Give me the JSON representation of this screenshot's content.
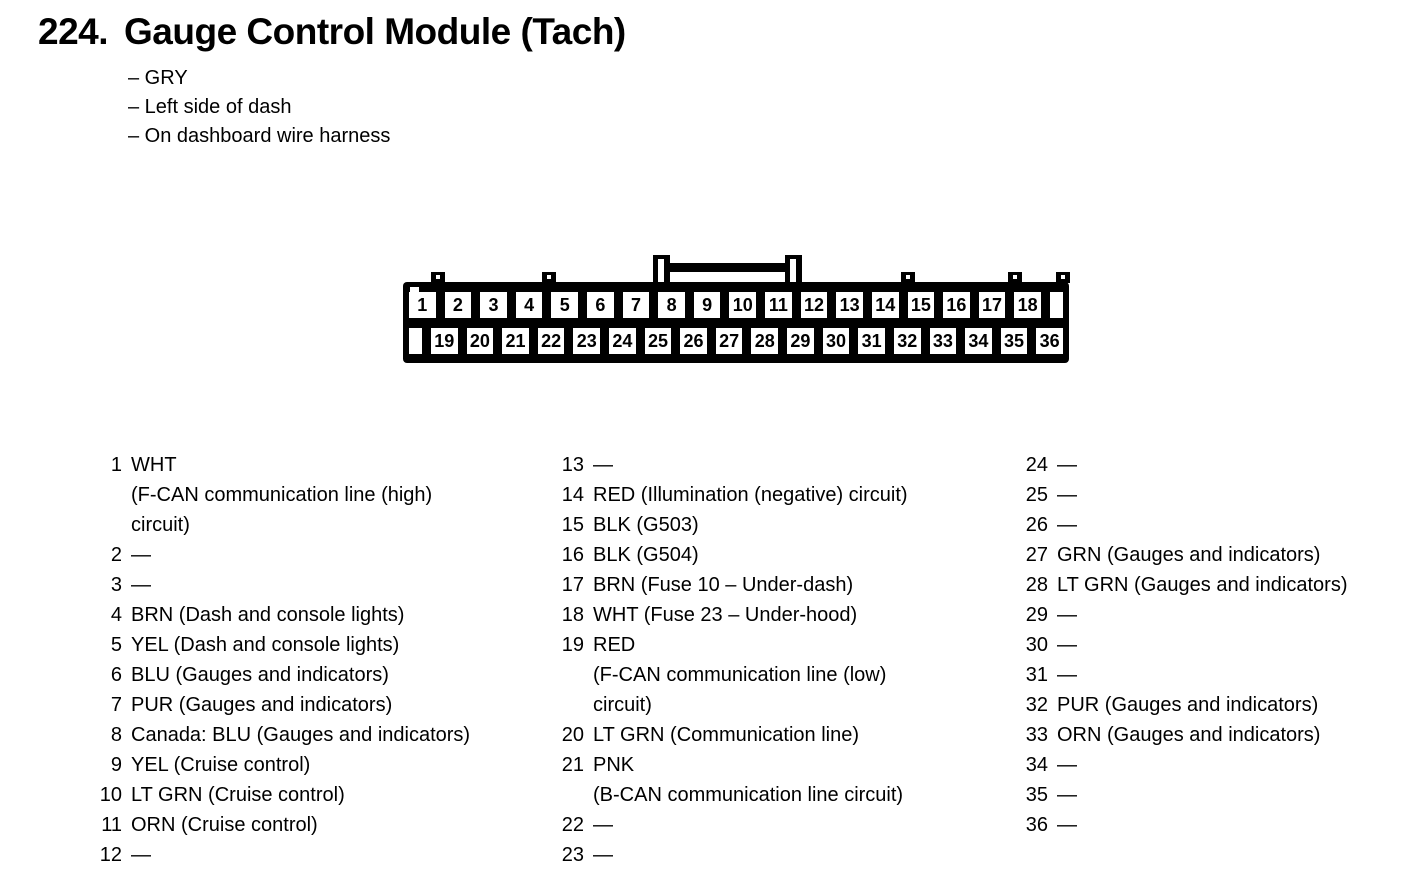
{
  "header": {
    "number": "224.",
    "title": "Gauge Control Module (Tach)",
    "notes": [
      "– GRY",
      "– Left side of dash",
      "– On dashboard wire harness"
    ]
  },
  "colors": {
    "ink": "#000000",
    "paper": "#ffffff"
  },
  "connector": {
    "top_row_pins": [
      "1",
      "2",
      "3",
      "4",
      "5",
      "6",
      "7",
      "8",
      "9",
      "10",
      "11",
      "12",
      "13",
      "14",
      "15",
      "16",
      "17",
      "18"
    ],
    "bottom_row_pins": [
      "19",
      "20",
      "21",
      "22",
      "23",
      "24",
      "25",
      "26",
      "27",
      "28",
      "29",
      "30",
      "31",
      "32",
      "33",
      "34",
      "35",
      "36"
    ]
  },
  "pin_list": {
    "columns": [
      {
        "entries": [
          {
            "pin": "1",
            "lines": [
              "WHT",
              "(F-CAN communication line (high)",
              "circuit)"
            ]
          },
          {
            "pin": "2",
            "lines": [
              "—"
            ]
          },
          {
            "pin": "3",
            "lines": [
              "—"
            ]
          },
          {
            "pin": "4",
            "lines": [
              "BRN (Dash and console lights)"
            ]
          },
          {
            "pin": "5",
            "lines": [
              "YEL (Dash and console lights)"
            ]
          },
          {
            "pin": "6",
            "lines": [
              "BLU (Gauges and indicators)"
            ]
          },
          {
            "pin": "7",
            "lines": [
              "PUR (Gauges and indicators)"
            ]
          },
          {
            "pin": "8",
            "lines": [
              "Canada: BLU (Gauges and indicators)"
            ]
          },
          {
            "pin": "9",
            "lines": [
              "YEL (Cruise control)"
            ]
          },
          {
            "pin": "10",
            "lines": [
              "LT GRN (Cruise control)"
            ]
          },
          {
            "pin": "11",
            "lines": [
              "ORN (Cruise control)"
            ]
          },
          {
            "pin": "12",
            "lines": [
              "—"
            ]
          }
        ]
      },
      {
        "entries": [
          {
            "pin": "13",
            "lines": [
              "—"
            ]
          },
          {
            "pin": "14",
            "lines": [
              "RED (Illumination (negative) circuit)"
            ]
          },
          {
            "pin": "15",
            "lines": [
              "BLK (G503)"
            ]
          },
          {
            "pin": "16",
            "lines": [
              "BLK (G504)"
            ]
          },
          {
            "pin": "17",
            "lines": [
              "BRN (Fuse 10 – Under-dash)"
            ]
          },
          {
            "pin": "18",
            "lines": [
              "WHT (Fuse 23 – Under-hood)"
            ]
          },
          {
            "pin": "19",
            "lines": [
              "RED",
              "(F-CAN communication line (low)",
              "circuit)"
            ]
          },
          {
            "pin": "20",
            "lines": [
              "LT GRN (Communication line)"
            ]
          },
          {
            "pin": "21",
            "lines": [
              "PNK",
              "(B-CAN communication line circuit)"
            ]
          },
          {
            "pin": "22",
            "lines": [
              "—"
            ]
          },
          {
            "pin": "23",
            "lines": [
              "—"
            ]
          }
        ]
      },
      {
        "entries": [
          {
            "pin": "24",
            "lines": [
              "—"
            ]
          },
          {
            "pin": "25",
            "lines": [
              "—"
            ]
          },
          {
            "pin": "26",
            "lines": [
              "—"
            ]
          },
          {
            "pin": "27",
            "lines": [
              "GRN (Gauges and indicators)"
            ]
          },
          {
            "pin": "28",
            "lines": [
              "LT GRN (Gauges and indicators)"
            ]
          },
          {
            "pin": "29",
            "lines": [
              "—"
            ]
          },
          {
            "pin": "30",
            "lines": [
              "—"
            ]
          },
          {
            "pin": "31",
            "lines": [
              "—"
            ]
          },
          {
            "pin": "32",
            "lines": [
              "PUR (Gauges and indicators)"
            ]
          },
          {
            "pin": "33",
            "lines": [
              "ORN (Gauges and indicators)"
            ]
          },
          {
            "pin": "34",
            "lines": [
              "—"
            ]
          },
          {
            "pin": "35",
            "lines": [
              "—"
            ]
          },
          {
            "pin": "36",
            "lines": [
              "—"
            ]
          }
        ]
      }
    ]
  }
}
